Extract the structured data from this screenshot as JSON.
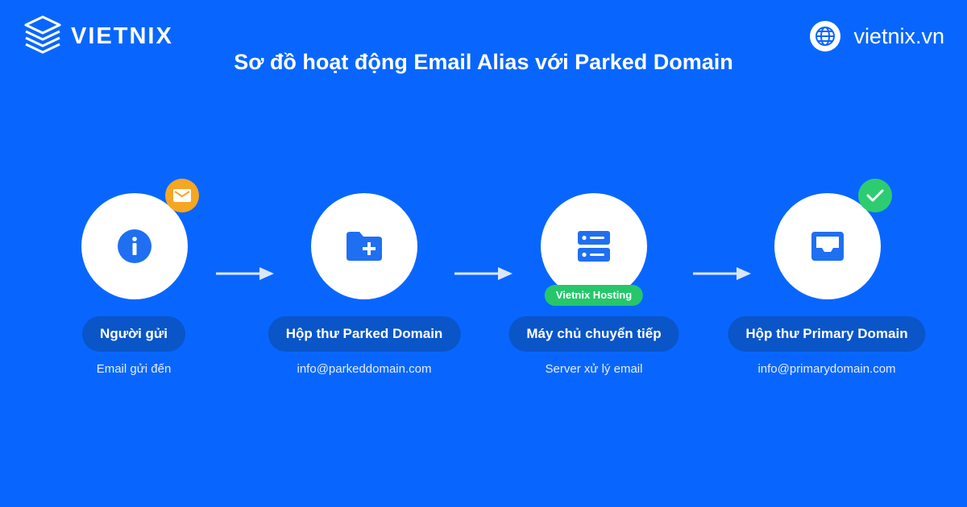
{
  "brand": {
    "name": "VIETNIX",
    "website": "vietnix.vn"
  },
  "title": "Sơ đồ hoạt động Email Alias với Parked Domain",
  "steps": [
    {
      "label": "Người gửi",
      "sub": "Email gửi đến",
      "icon": "info-icon",
      "badge_icon": "envelope-icon"
    },
    {
      "label": "Hộp thư Parked Domain",
      "sub": "info@parkeddomain.com",
      "icon": "folder-plus-icon"
    },
    {
      "label": "Máy chủ chuyển tiếp",
      "sub": "Server xử lý email",
      "icon": "server-icon",
      "tag": "Vietnix Hosting"
    },
    {
      "label": "Hộp thư Primary Domain",
      "sub": "info@primarydomain.com",
      "icon": "inbox-icon",
      "badge_icon": "check-icon"
    }
  ],
  "colors": {
    "background": "#0866ff",
    "icon": "#1f6ff2",
    "label_bg": "#0a55c8",
    "badge_orange": "#f5a623",
    "badge_green": "#2ecc71",
    "tag_green": "#25c76a"
  }
}
